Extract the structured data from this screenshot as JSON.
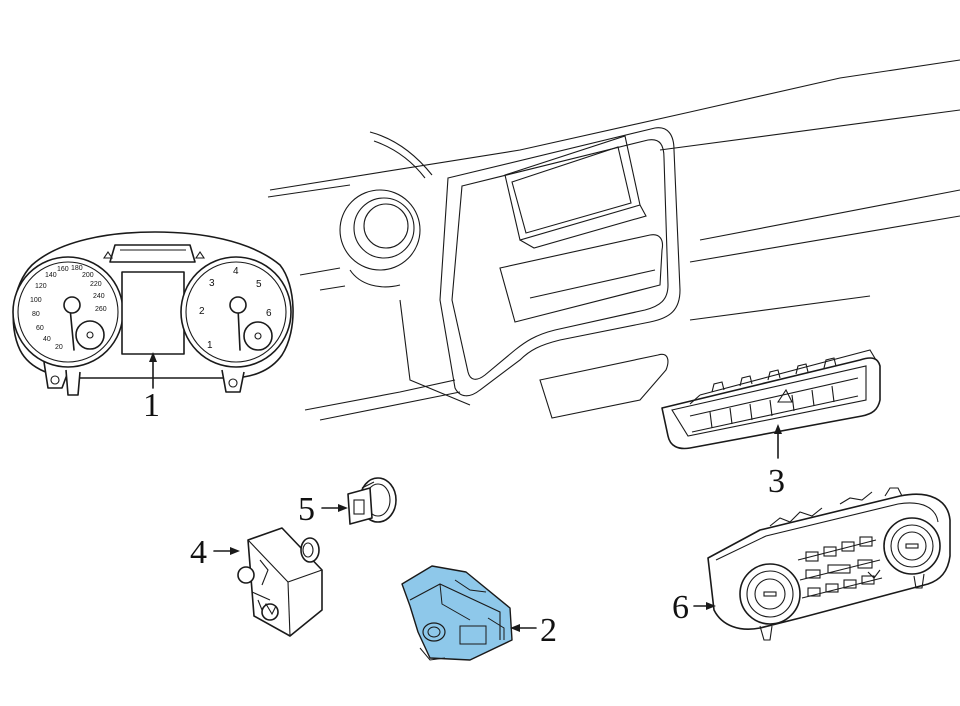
{
  "callouts": [
    {
      "id": "1",
      "label": "1"
    },
    {
      "id": "2",
      "label": "2"
    },
    {
      "id": "3",
      "label": "3"
    },
    {
      "id": "4",
      "label": "4"
    },
    {
      "id": "5",
      "label": "5"
    },
    {
      "id": "6",
      "label": "6"
    }
  ],
  "speedometer_ticks": [
    "20",
    "40",
    "60",
    "80",
    "100",
    "120",
    "140",
    "160",
    "180",
    "200",
    "220",
    "240",
    "260"
  ],
  "tachometer_ticks": [
    "1",
    "2",
    "3",
    "4",
    "5",
    "6"
  ],
  "colors": {
    "highlight": "#8ec8ea",
    "line": "#1a1a1a",
    "background": "#ffffff"
  }
}
